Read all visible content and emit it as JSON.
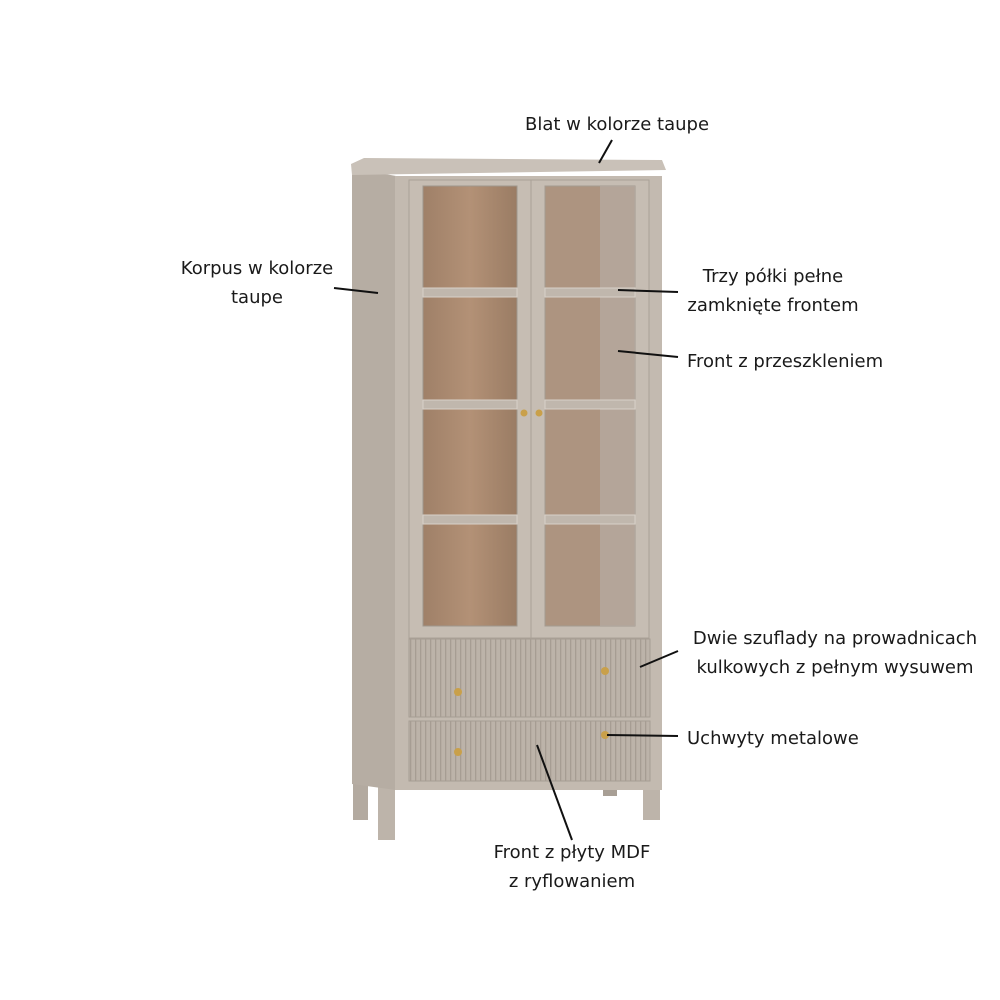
{
  "labels": {
    "top": {
      "text": "Blat w kolorze taupe"
    },
    "body": {
      "line1": "Korpus w kolorze",
      "line2": "taupe"
    },
    "shelves": {
      "line1": "Trzy półki pełne",
      "line2": "zamknięte frontem"
    },
    "glass_front": {
      "text": "Front z przeszkleniem"
    },
    "drawers": {
      "line1": "Dwie szuflady na prowadnicach",
      "line2": "kulkowych z pełnym wysuwem"
    },
    "handles": {
      "text": "Uchwyty metalowe"
    },
    "mdf_front": {
      "line1": "Front z płyty MDF",
      "line2": "z ryflowaniem"
    }
  },
  "colors": {
    "taupe": "#bfb6ac",
    "taupe_dark": "#a79e94",
    "wood": "#a8876a",
    "brass": "#c9a04a",
    "line": "#111111"
  }
}
